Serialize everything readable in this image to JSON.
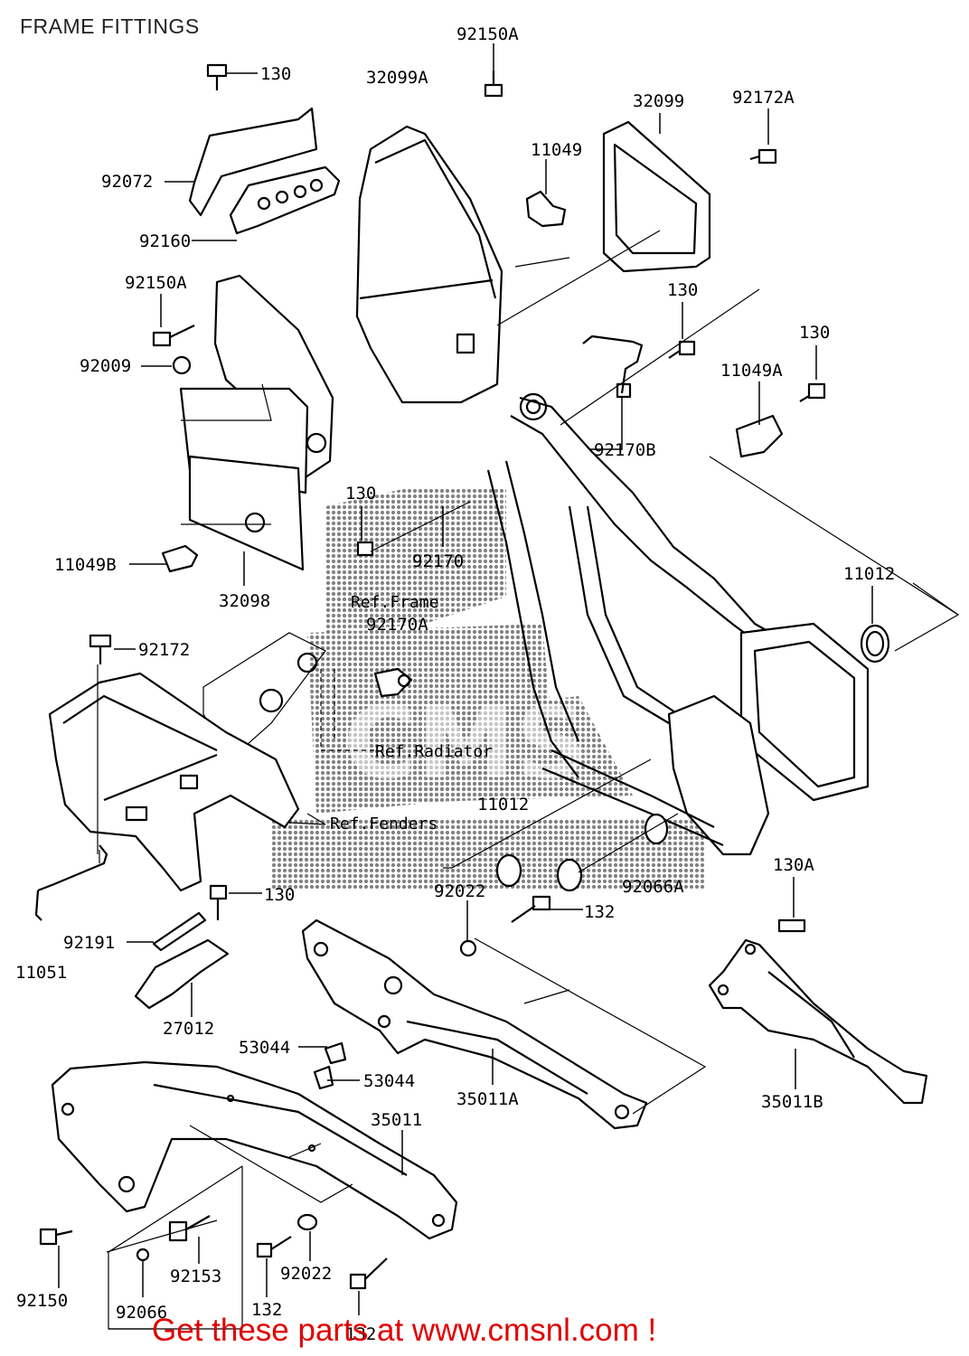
{
  "title": "FRAME FITTINGS",
  "footer": "Get these parts at www.cmsnl.com !",
  "colors": {
    "footer_text": "#e00000",
    "line_art": "#000000",
    "watermark": "#707070"
  },
  "watermark_text": "CMS",
  "part_labels": [
    "92150A",
    "130",
    "32099A",
    "92072",
    "11049",
    "32099",
    "92172A",
    "92160",
    "92150A",
    "92009",
    "130",
    "11049A",
    "130",
    "92170B",
    "130",
    "11049B",
    "32098",
    "92170",
    "Ref.Frame",
    "92170A",
    "11012",
    "92172",
    "Ref.Radiator",
    "11012",
    "Ref.Fenders",
    "130",
    "92022",
    "92066A",
    "132",
    "130A",
    "92191",
    "11051",
    "27012",
    "53044",
    "53044",
    "35011A",
    "35011B",
    "35011",
    "92150",
    "92153",
    "92022",
    "132",
    "92066",
    "132"
  ]
}
